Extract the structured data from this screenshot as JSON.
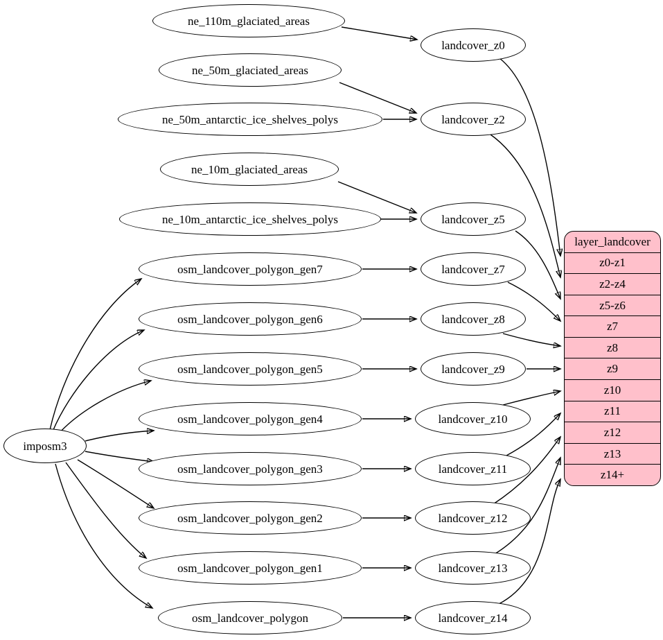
{
  "diagram": {
    "kind": "graphviz-dependency-graph",
    "colors": {
      "background": "#ffffff",
      "node_fill": "#ffffff",
      "node_stroke": "#000000",
      "edge": "#000000",
      "record_fill": "#ffc0cb"
    },
    "nodes": {
      "imposm3": {
        "label": "imposm3"
      },
      "ne_110m_glaciated_areas": {
        "label": "ne_110m_glaciated_areas"
      },
      "ne_50m_glaciated_areas": {
        "label": "ne_50m_glaciated_areas"
      },
      "ne_50m_antarctic_ice_shelves_polys": {
        "label": "ne_50m_antarctic_ice_shelves_polys"
      },
      "ne_10m_glaciated_areas": {
        "label": "ne_10m_glaciated_areas"
      },
      "ne_10m_antarctic_ice_shelves_polys": {
        "label": "ne_10m_antarctic_ice_shelves_polys"
      },
      "osm_landcover_polygon_gen7": {
        "label": "osm_landcover_polygon_gen7"
      },
      "osm_landcover_polygon_gen6": {
        "label": "osm_landcover_polygon_gen6"
      },
      "osm_landcover_polygon_gen5": {
        "label": "osm_landcover_polygon_gen5"
      },
      "osm_landcover_polygon_gen4": {
        "label": "osm_landcover_polygon_gen4"
      },
      "osm_landcover_polygon_gen3": {
        "label": "osm_landcover_polygon_gen3"
      },
      "osm_landcover_polygon_gen2": {
        "label": "osm_landcover_polygon_gen2"
      },
      "osm_landcover_polygon_gen1": {
        "label": "osm_landcover_polygon_gen1"
      },
      "osm_landcover_polygon": {
        "label": "osm_landcover_polygon"
      },
      "landcover_z0": {
        "label": "landcover_z0"
      },
      "landcover_z2": {
        "label": "landcover_z2"
      },
      "landcover_z5": {
        "label": "landcover_z5"
      },
      "landcover_z7": {
        "label": "landcover_z7"
      },
      "landcover_z8": {
        "label": "landcover_z8"
      },
      "landcover_z9": {
        "label": "landcover_z9"
      },
      "landcover_z10": {
        "label": "landcover_z10"
      },
      "landcover_z11": {
        "label": "landcover_z11"
      },
      "landcover_z12": {
        "label": "landcover_z12"
      },
      "landcover_z13": {
        "label": "landcover_z13"
      },
      "landcover_z14": {
        "label": "landcover_z14"
      }
    },
    "record": {
      "title": "layer_landcover",
      "rows": [
        "z0-z1",
        "z2-z4",
        "z5-z6",
        "z7",
        "z8",
        "z9",
        "z10",
        "z11",
        "z12",
        "z13",
        "z14+"
      ]
    },
    "edges": [
      {
        "from": "ne_110m_glaciated_areas",
        "to": "landcover_z0"
      },
      {
        "from": "ne_50m_glaciated_areas",
        "to": "landcover_z2"
      },
      {
        "from": "ne_50m_antarctic_ice_shelves_polys",
        "to": "landcover_z2"
      },
      {
        "from": "ne_10m_glaciated_areas",
        "to": "landcover_z5"
      },
      {
        "from": "ne_10m_antarctic_ice_shelves_polys",
        "to": "landcover_z5"
      },
      {
        "from": "imposm3",
        "to": "osm_landcover_polygon_gen7"
      },
      {
        "from": "imposm3",
        "to": "osm_landcover_polygon_gen6"
      },
      {
        "from": "imposm3",
        "to": "osm_landcover_polygon_gen5"
      },
      {
        "from": "imposm3",
        "to": "osm_landcover_polygon_gen4"
      },
      {
        "from": "imposm3",
        "to": "osm_landcover_polygon_gen3"
      },
      {
        "from": "imposm3",
        "to": "osm_landcover_polygon_gen2"
      },
      {
        "from": "imposm3",
        "to": "osm_landcover_polygon_gen1"
      },
      {
        "from": "imposm3",
        "to": "osm_landcover_polygon"
      },
      {
        "from": "osm_landcover_polygon_gen7",
        "to": "landcover_z7"
      },
      {
        "from": "osm_landcover_polygon_gen6",
        "to": "landcover_z8"
      },
      {
        "from": "osm_landcover_polygon_gen5",
        "to": "landcover_z9"
      },
      {
        "from": "osm_landcover_polygon_gen4",
        "to": "landcover_z10"
      },
      {
        "from": "osm_landcover_polygon_gen3",
        "to": "landcover_z11"
      },
      {
        "from": "osm_landcover_polygon_gen2",
        "to": "landcover_z12"
      },
      {
        "from": "osm_landcover_polygon_gen1",
        "to": "landcover_z13"
      },
      {
        "from": "osm_landcover_polygon",
        "to": "landcover_z14"
      },
      {
        "from": "landcover_z0",
        "to": "layer_landcover:z0-z1"
      },
      {
        "from": "landcover_z2",
        "to": "layer_landcover:z2-z4"
      },
      {
        "from": "landcover_z5",
        "to": "layer_landcover:z5-z6"
      },
      {
        "from": "landcover_z7",
        "to": "layer_landcover:z7"
      },
      {
        "from": "landcover_z8",
        "to": "layer_landcover:z8"
      },
      {
        "from": "landcover_z9",
        "to": "layer_landcover:z9"
      },
      {
        "from": "landcover_z10",
        "to": "layer_landcover:z10"
      },
      {
        "from": "landcover_z11",
        "to": "layer_landcover:z11"
      },
      {
        "from": "landcover_z12",
        "to": "layer_landcover:z12"
      },
      {
        "from": "landcover_z13",
        "to": "layer_landcover:z13"
      },
      {
        "from": "landcover_z14",
        "to": "layer_landcover:z14+"
      }
    ]
  }
}
